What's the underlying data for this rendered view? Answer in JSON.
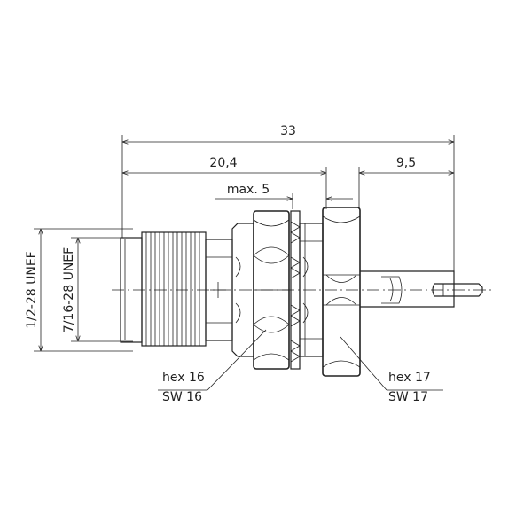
{
  "dimensions": {
    "overall_length": "33",
    "body_length": "20,4",
    "panel_thickness": "max. 5",
    "rear_length": "9,5"
  },
  "threads": {
    "outer": "1/2-28 UNEF",
    "inner": "7/16-28 UNEF"
  },
  "hex_front": {
    "size": "hex 16",
    "wrench": "SW 16"
  },
  "hex_rear": {
    "size": "hex 17",
    "wrench": "SW 17"
  }
}
